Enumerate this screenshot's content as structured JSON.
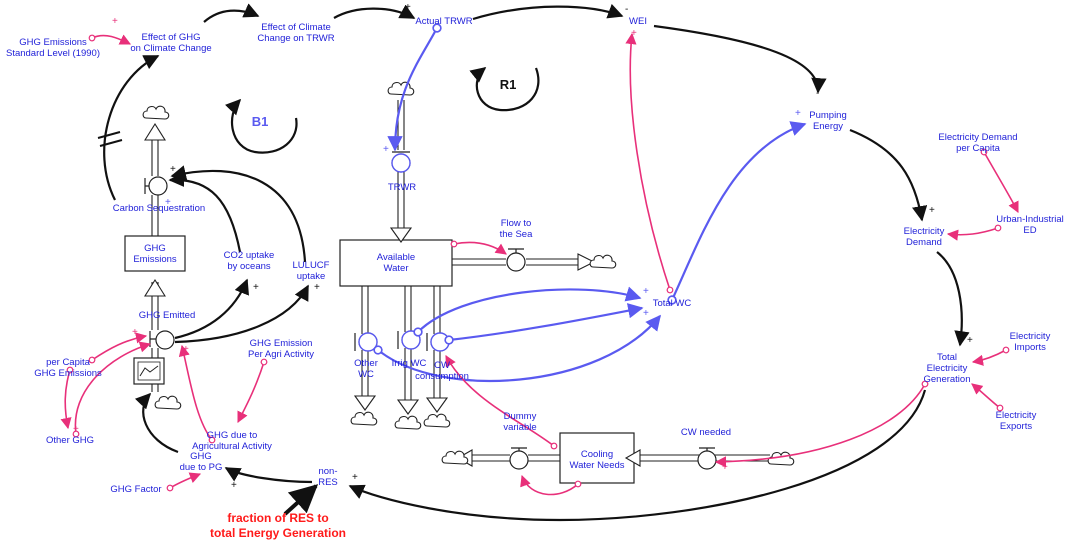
{
  "colors": {
    "label": "#1f1fd8",
    "black_link": "#111111",
    "blue_link": "#5a5af0",
    "pink_link": "#e8307a",
    "highlight": "#ff1a1a"
  },
  "labels": {
    "ghg_standard_1": "GHG Emissions",
    "ghg_standard_2": "Standard Level (1990)",
    "effect_ghg_1": "Effect of GHG",
    "effect_ghg_2": "on Climate Change",
    "effect_cc_1": "Effect of Climate",
    "effect_cc_2": "Change on TRWR",
    "actual_trwr": "Actual TRWR",
    "wei": "WEI",
    "loop_b1": "B1",
    "loop_r1": "R1",
    "pumping_1": "Pumping",
    "pumping_2": "Energy",
    "elec_dpc_1": "Electricity Demand",
    "elec_dpc_2": "per Capita",
    "trwr": "TRWR",
    "carbon_seq": "Carbon Sequestration",
    "ghg_emissions_1": "GHG",
    "ghg_emissions_2": "Emissions",
    "co2_1": "CO2 uptake",
    "co2_2": "by oceans",
    "lulucf_1": "LULUCF",
    "lulucf_2": "uptake",
    "available_1": "Available",
    "available_2": "Water",
    "flow_sea_1": "Flow to",
    "flow_sea_2": "the Sea",
    "urban_ed_1": "Urban-Industrial",
    "urban_ed_2": "ED",
    "elec_demand_1": "Electricity",
    "elec_demand_2": "Demand",
    "total_wc": "Total WC",
    "ghg_emitted": "GHG Emitted",
    "ghg_agri_1": "GHG Emission",
    "ghg_agri_2": "Per Agri Activity",
    "per_capita_1": "per Capita",
    "per_capita_2": "GHG Emissions",
    "other_wc_1": "Other",
    "other_wc_2": "WC",
    "irrig_wc": "Irrig WC",
    "cw_cons_1": "CW",
    "cw_cons_2": "consumption",
    "elec_imports_1": "Electricity",
    "elec_imports_2": "Imports",
    "total_gen_1": "Total",
    "total_gen_2": "Electricity",
    "total_gen_3": "Generation",
    "other_ghg": "Other GHG",
    "ghg_due_agri_1": "GHG due to",
    "ghg_due_agri_2": "Agricultural Activity",
    "dummy_1": "Dummy",
    "dummy_2": "variable",
    "cw_needed": "CW needed",
    "cooling_1": "Cooling",
    "cooling_2": "Water Needs",
    "elec_exports_1": "Electricity",
    "elec_exports_2": "Exports",
    "ghg_pg_1": "GHG",
    "ghg_pg_2": "due to PG",
    "ghg_factor": "GHG Factor",
    "non_res_1": "non-",
    "non_res_2": "RES",
    "fraction_1": "fraction of RES to",
    "fraction_2": "total Energy Generation"
  },
  "polarity": {
    "plus": "+",
    "minus": "-"
  }
}
